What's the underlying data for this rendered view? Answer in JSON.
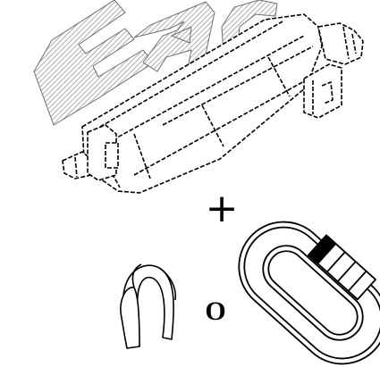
{
  "diagram": {
    "watermark": "EAC",
    "operator_symbol": "+",
    "alternative_word": "O",
    "parts": [
      {
        "name": "adjuster-body",
        "icon": "turnbuckle-adjuster-icon"
      },
      {
        "name": "wire-thimble",
        "icon": "thimble-icon"
      },
      {
        "name": "quick-link",
        "icon": "quick-link-icon"
      }
    ],
    "colors": {
      "line": "#000000",
      "watermark": "#8a8a8a",
      "background": "#ffffff"
    }
  }
}
